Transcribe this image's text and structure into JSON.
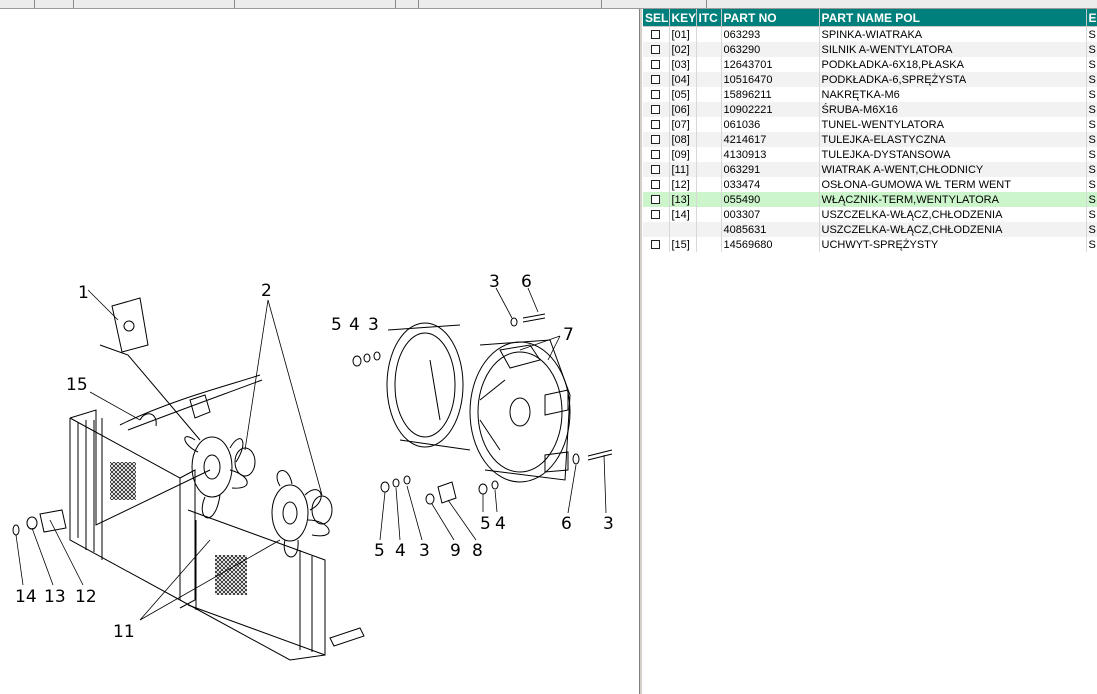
{
  "parts_table": {
    "columns": [
      "SEL",
      "KEY",
      "ITC",
      "PART NO",
      "PART NAME POL",
      "E"
    ],
    "rows": [
      {
        "has_checkbox": true,
        "key": "[01]",
        "itc": "",
        "part_no": "063293",
        "name": "SPINKA-WIATRAKA",
        "extra": "S"
      },
      {
        "has_checkbox": true,
        "key": "[02]",
        "itc": "",
        "part_no": "063290",
        "name": "SILNIK A-WENTYLATORA",
        "extra": "S"
      },
      {
        "has_checkbox": true,
        "key": "[03]",
        "itc": "",
        "part_no": "12643701",
        "name": "PODKŁADKA-6X18,PŁASKA",
        "extra": "S"
      },
      {
        "has_checkbox": true,
        "key": "[04]",
        "itc": "",
        "part_no": "10516470",
        "name": "PODKŁADKA-6,SPRĘŻYSTA",
        "extra": "S"
      },
      {
        "has_checkbox": true,
        "key": "[05]",
        "itc": "",
        "part_no": "15896211",
        "name": "NAKRĘTKA-M6",
        "extra": "S"
      },
      {
        "has_checkbox": true,
        "key": "[06]",
        "itc": "",
        "part_no": "10902221",
        "name": "ŚRUBA-M6X16",
        "extra": "S"
      },
      {
        "has_checkbox": true,
        "key": "[07]",
        "itc": "",
        "part_no": "061036",
        "name": "TUNEL-WENTYLATORA",
        "extra": "S"
      },
      {
        "has_checkbox": true,
        "key": "[08]",
        "itc": "",
        "part_no": "4214617",
        "name": "TULEJKA-ELASTYCZNA",
        "extra": "S"
      },
      {
        "has_checkbox": true,
        "key": "[09]",
        "itc": "",
        "part_no": "4130913",
        "name": "TULEJKA-DYSTANSOWA",
        "extra": "S"
      },
      {
        "has_checkbox": true,
        "key": "[11]",
        "itc": "",
        "part_no": "063291",
        "name": "WIATRAK A-WENT,CHŁODNICY",
        "extra": "S"
      },
      {
        "has_checkbox": true,
        "key": "[12]",
        "itc": "",
        "part_no": "033474",
        "name": "OSŁONA-GUMOWA WŁ TERM WENT",
        "extra": "S"
      },
      {
        "has_checkbox": true,
        "key": "[13]",
        "itc": "",
        "part_no": "055490",
        "name": "WŁĄCZNIK-TERM,WENTYLATORA",
        "extra": "S",
        "highlighted": true
      },
      {
        "has_checkbox": true,
        "key": "[14]",
        "itc": "",
        "part_no": "003307",
        "name": "USZCZELKA-WŁĄCZ,CHŁODZENIA",
        "extra": "S"
      },
      {
        "has_checkbox": false,
        "key": "",
        "itc": "",
        "part_no": "4085631",
        "name": "USZCZELKA-WŁĄCZ,CHŁODZENIA",
        "extra": "S"
      },
      {
        "has_checkbox": true,
        "key": "[15]",
        "itc": "",
        "part_no": "14569680",
        "name": "UCHWYT-SPRĘŻYSTY",
        "extra": "S"
      }
    ]
  },
  "diagram": {
    "callouts": [
      "1",
      "2",
      "15",
      "3",
      "6",
      "5",
      "4",
      "3",
      "7",
      "14",
      "13",
      "12",
      "11",
      "5",
      "4",
      "3",
      "9",
      "8",
      "5",
      "4",
      "3",
      "6"
    ]
  },
  "colors": {
    "header_bg": "#00807c",
    "header_text": "#ffffff",
    "highlight_row": "#ccf5cc"
  }
}
